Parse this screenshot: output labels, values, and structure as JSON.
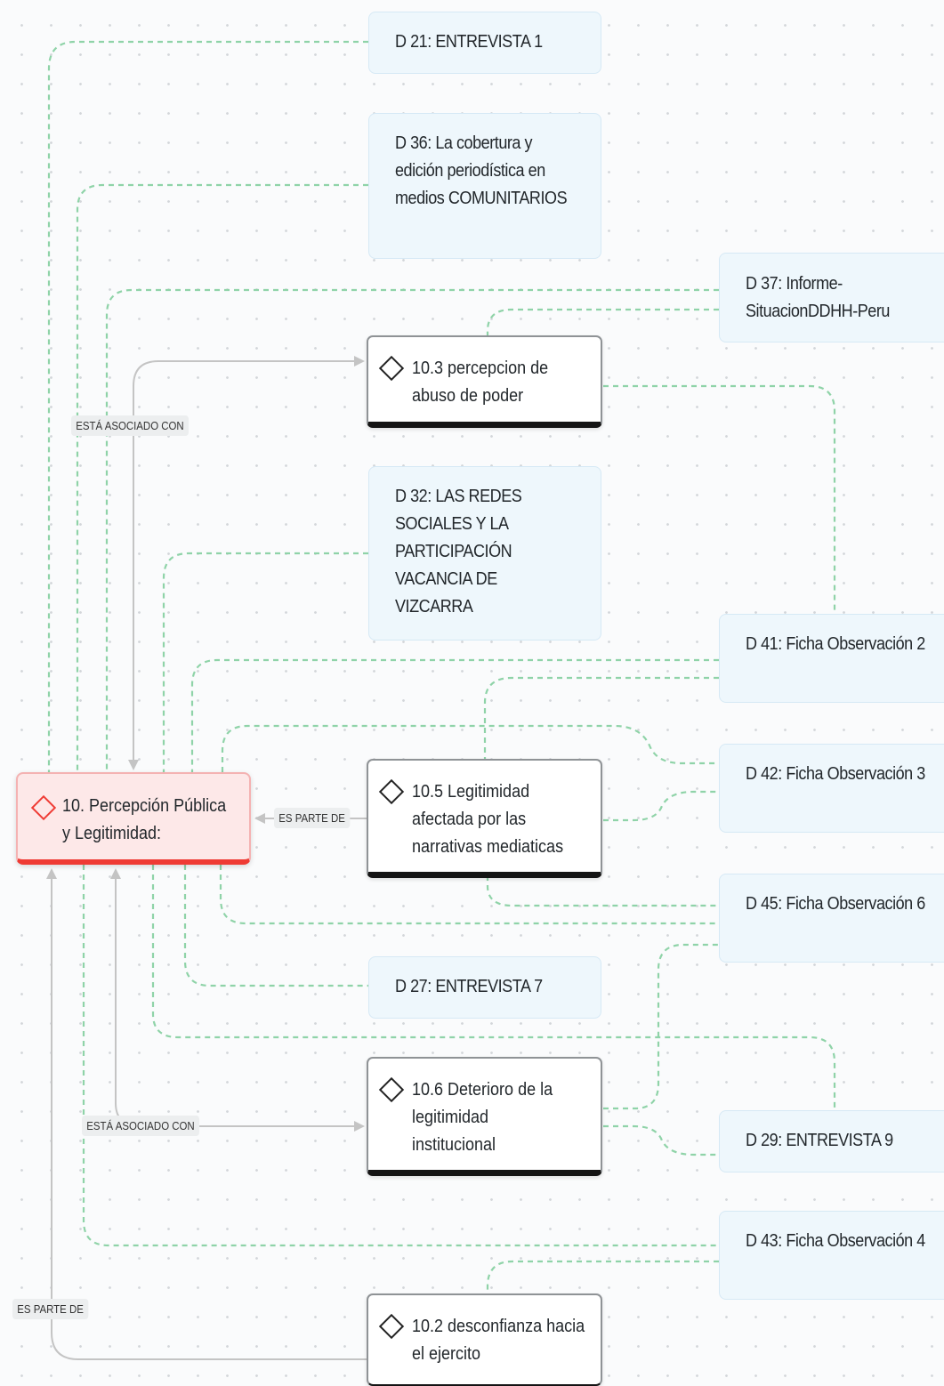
{
  "main_code": {
    "label": "10. Percepción Pública\ny Legitimidad:",
    "icon": "diamond-icon",
    "accent": "#ef3b34"
  },
  "codes": [
    {
      "label": "10.3 percepcion de\nabuso de poder",
      "icon": "diamond-icon"
    },
    {
      "label": "10.5 Legitimidad\nafectada por las\nnarrativas mediaticas",
      "icon": "diamond-icon"
    },
    {
      "label": "10.6 Deterioro de la\nlegitimidad\ninstitucional",
      "icon": "diamond-icon"
    },
    {
      "label": "10.2 desconfianza hacia\nel ejercito",
      "icon": "diamond-icon"
    }
  ],
  "documents": [
    {
      "label": "D 21: ENTREVISTA 1"
    },
    {
      "label": "D 36: La cobertura y\nedición periodística en\nmedios COMUNITARIOS"
    },
    {
      "label": "D 37: Informe-\nSituacionDDHH-Peru"
    },
    {
      "label": "D 32: LAS REDES\nSOCIALES Y LA\nPARTICIPACIÓN\nVACANCIA DE VIZCARRA"
    },
    {
      "label": "D 41: Ficha Observación 2"
    },
    {
      "label": "D 42: Ficha Observación 3"
    },
    {
      "label": "D 45: Ficha Observación 6"
    },
    {
      "label": "D 27: ENTREVISTA 7"
    },
    {
      "label": "D 29: ENTREVISTA 9"
    },
    {
      "label": "D 43: Ficha Observación 4"
    }
  ],
  "relations": {
    "asociado_top": "ESTÁ ASOCIADO CON",
    "parte_de_mid": "ES PARTE DE",
    "asociado_bottom": "ESTÁ ASOCIADO CON",
    "parte_de_bottom": "ES PARTE DE"
  },
  "colors": {
    "link_dashed": "#8fd3a8",
    "link_solid": "#bdbdbd",
    "doc_bg": "#eef7fc"
  }
}
